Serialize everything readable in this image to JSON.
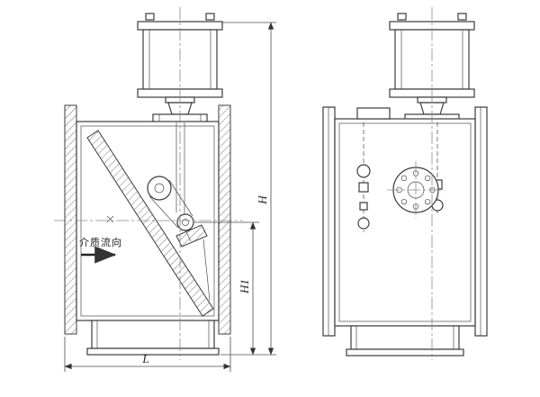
{
  "drawing": {
    "labels": {
      "flow_direction": "介质流向",
      "dim_height_total": "H",
      "dim_height_partial": "H1",
      "dim_length": "L"
    },
    "colors": {
      "line": "#3b3b3b",
      "centerline": "#8a8a8a",
      "background": "#ffffff"
    }
  }
}
